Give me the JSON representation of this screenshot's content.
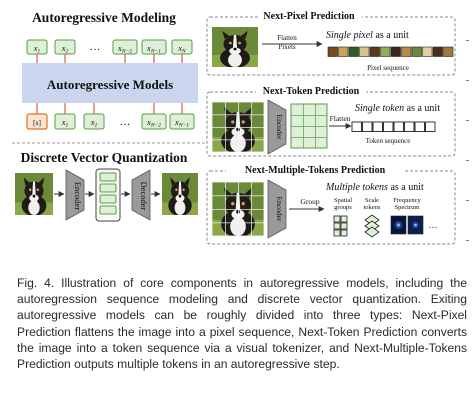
{
  "figure": {
    "left": {
      "ar_title": "Autoregressive Modeling",
      "ar_models_label": "Autoregressive Models",
      "top_tokens": [
        "x",
        "x",
        "…",
        "x",
        "x",
        "x"
      ],
      "top_subs": [
        "1",
        "2",
        "",
        "N−2",
        "N−1",
        "N"
      ],
      "bottom_tokens": [
        "[s]",
        "x",
        "x",
        "…",
        "x",
        "x"
      ],
      "bottom_subs": [
        "",
        "1",
        "2",
        "",
        "N−2",
        "N−1"
      ],
      "dvq_title": "Discrete Vector Quantization",
      "encoder_label": "Encoder",
      "decoder_label": "Decoder"
    },
    "pixel_panel": {
      "title": "Next-Pixel Prediction",
      "flatten_line1": "Flatten",
      "flatten_line2": "Pixels",
      "unit_italic": "Single pixel",
      "unit_rest": " as a unit",
      "sequence_label": "Pixel sequence"
    },
    "token_panel": {
      "title": "Next-Token Prediction",
      "encoder_label": "Encoder",
      "flatten_label": "Flatten",
      "unit_italic": "Single token",
      "unit_rest": " as a unit",
      "sequence_label": "Token sequence"
    },
    "multi_panel": {
      "title": "Next-Multiple-Tokens Prediction",
      "encoder_label": "Encoder",
      "group_label": "Group",
      "unit_italic": "Multiple tokens",
      "unit_rest": " as a unit",
      "option1_line1": "Spatial",
      "option1_line2": "groups",
      "option2_line1": "Scale",
      "option2_line2": "tokens",
      "option3_line1": "Frequency",
      "option3_line2": "Spectrum",
      "ellipsis": "…"
    }
  },
  "caption": "Fig. 4. Illustration of core components in autoregressive models, including the autoregression sequence modeling and discrete vector quantization. Exiting autoregressive models can be roughly divided into three types: Next-Pixel Prediction flattens the image into a pixel sequence, Next-Token Prediction converts the image into a token sequence via a visual tokenizer, and Next-Multiple-Tokens Prediction outputs multiple tokens in an autoregressive step.",
  "colors": {
    "token_fill": "#dff0d8",
    "token_stroke": "#5a9a4a",
    "start_stroke": "#d9752a",
    "model_fill": "#c9d6ee",
    "encoder_fill": "#9a9a9a",
    "pixel_seq_colors": [
      "#7a4a1e",
      "#c8a35a",
      "#2f5d2a",
      "#d9c28a",
      "#5a3a1c",
      "#8fae55",
      "#3b2a18",
      "#b88a48",
      "#6a8a3a",
      "#e0cfa0",
      "#4a2e16",
      "#9c7a3a"
    ]
  }
}
